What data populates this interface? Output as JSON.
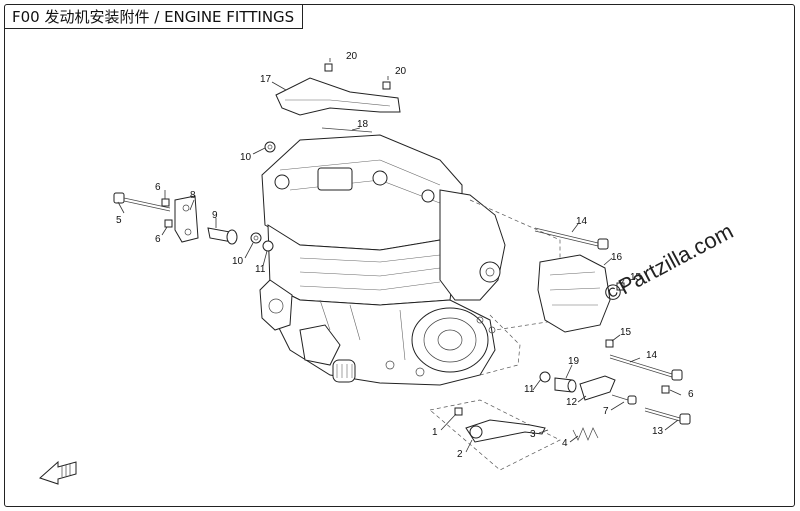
{
  "title": "F00 发动机安装附件 / ENGINE FITTINGS",
  "watermark": "©Partzilla.com",
  "callouts": [
    {
      "id": "c1",
      "text": "1"
    },
    {
      "id": "c2",
      "text": "2"
    },
    {
      "id": "c3",
      "text": "3"
    },
    {
      "id": "c4",
      "text": "4"
    },
    {
      "id": "c5",
      "text": "5"
    },
    {
      "id": "c6a",
      "text": "6"
    },
    {
      "id": "c6b",
      "text": "6"
    },
    {
      "id": "c6c",
      "text": "6"
    },
    {
      "id": "c7",
      "text": "7"
    },
    {
      "id": "c8",
      "text": "8"
    },
    {
      "id": "c9",
      "text": "9"
    },
    {
      "id": "c10a",
      "text": "10"
    },
    {
      "id": "c10b",
      "text": "10"
    },
    {
      "id": "c11a",
      "text": "11"
    },
    {
      "id": "c11b",
      "text": "11"
    },
    {
      "id": "c12",
      "text": "12"
    },
    {
      "id": "c13",
      "text": "13"
    },
    {
      "id": "c14a",
      "text": "14"
    },
    {
      "id": "c14b",
      "text": "14"
    },
    {
      "id": "c15a",
      "text": "15"
    },
    {
      "id": "c15b",
      "text": "15"
    },
    {
      "id": "c16",
      "text": "16"
    },
    {
      "id": "c17",
      "text": "17"
    },
    {
      "id": "c18",
      "text": "18"
    },
    {
      "id": "c19",
      "text": "19"
    },
    {
      "id": "c20a",
      "text": "20"
    },
    {
      "id": "c20b",
      "text": "20"
    }
  ],
  "icons": {
    "front_arrow": "front-direction-arrow-icon"
  }
}
